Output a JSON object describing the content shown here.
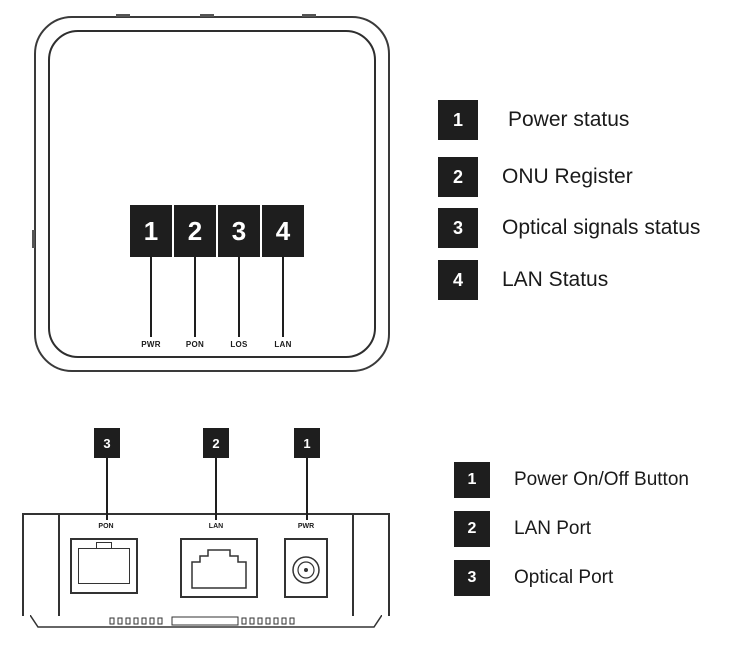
{
  "front_panel": {
    "leds": [
      {
        "number": "1",
        "label": "PWR"
      },
      {
        "number": "2",
        "label": "PON"
      },
      {
        "number": "3",
        "label": "LOS"
      },
      {
        "number": "4",
        "label": "LAN"
      }
    ]
  },
  "front_legend": [
    {
      "number": "1",
      "text": "Power status"
    },
    {
      "number": "2",
      "text": "ONU Register"
    },
    {
      "number": "3",
      "text": "Optical signals status"
    },
    {
      "number": "4",
      "text": "LAN Status"
    }
  ],
  "back_panel": {
    "ports": [
      {
        "number": "3",
        "label": "PON"
      },
      {
        "number": "2",
        "label": "LAN"
      },
      {
        "number": "1",
        "label": "PWR"
      }
    ]
  },
  "back_legend": [
    {
      "number": "1",
      "text": "Power On/Off Button"
    },
    {
      "number": "2",
      "text": "LAN Port"
    },
    {
      "number": "3",
      "text": "Optical Port"
    }
  ]
}
